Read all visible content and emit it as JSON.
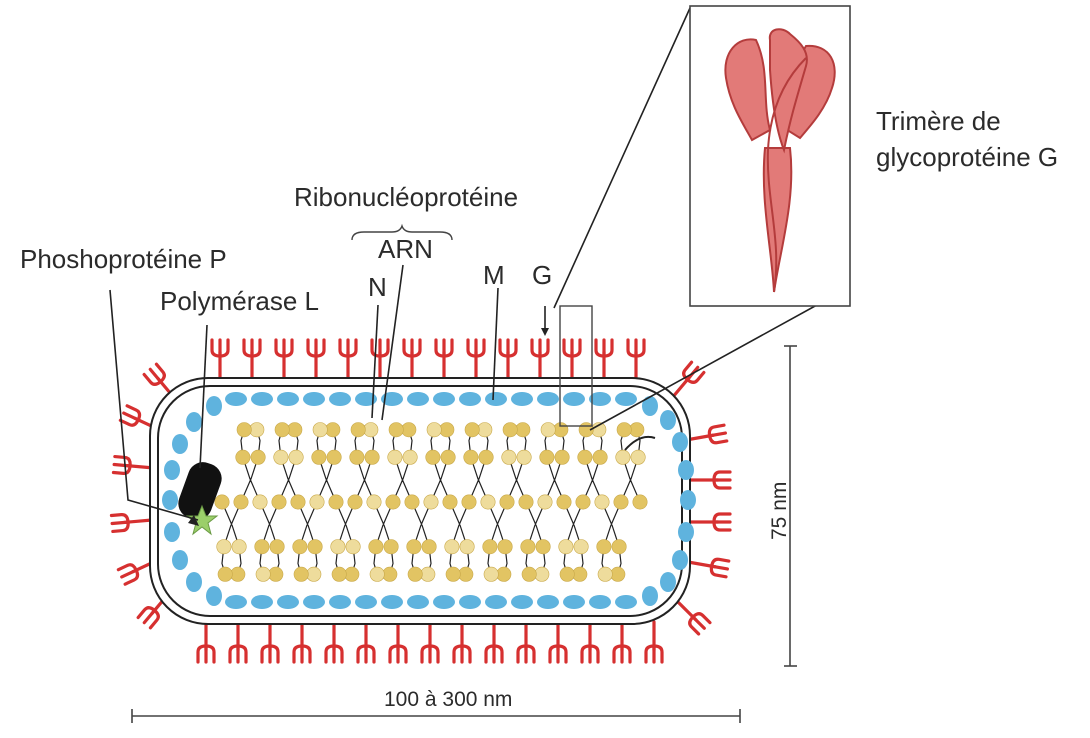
{
  "labels": {
    "ribonucleoprotein": "Ribonucléoprotéine",
    "rna": "ARN",
    "phosphoprotein": "Phoshoprotéine P",
    "polymerase": "Polymérase L",
    "n": "N",
    "m": "M",
    "g": "G",
    "inset_line1": "Trimère de",
    "inset_line2": "glycoprotéine G",
    "height_dim": "75 nm",
    "length_dim": "100 à 300 nm"
  },
  "colors": {
    "glycoprotein_spike": "#d63030",
    "matrix_protein": "#5fb3de",
    "nucleoprotein": "#e2c463",
    "nucleoprotein_light": "#eedc9c",
    "polymerase": "#111111",
    "phosphoprotein": "#9bcf6a",
    "trimer_fill": "#e27a78",
    "trimer_stroke": "#b43c3c",
    "line": "#333333"
  }
}
